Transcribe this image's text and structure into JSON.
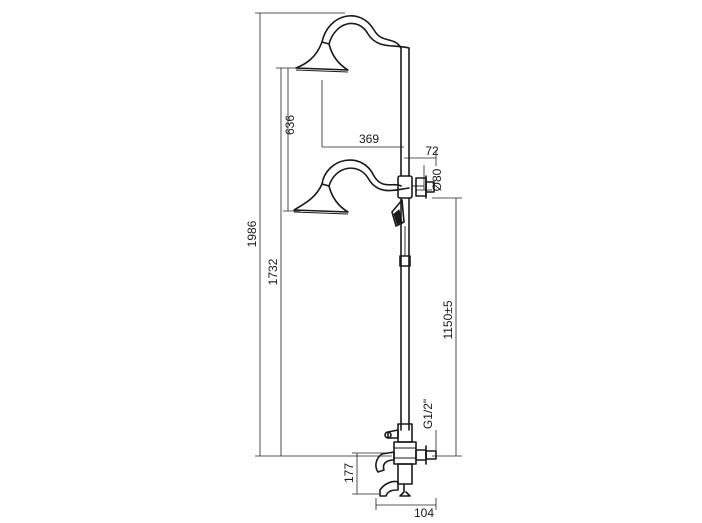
{
  "dimensions": {
    "total_height": "1986",
    "head_height": "1732",
    "head_drop": "636",
    "arm_reach": "369",
    "wall_offset": "72",
    "bracket_diameter": "Ø80",
    "inlet_height": "1150±5",
    "thread": "G1/2\"",
    "spout_height": "177",
    "spout_reach": "104"
  }
}
